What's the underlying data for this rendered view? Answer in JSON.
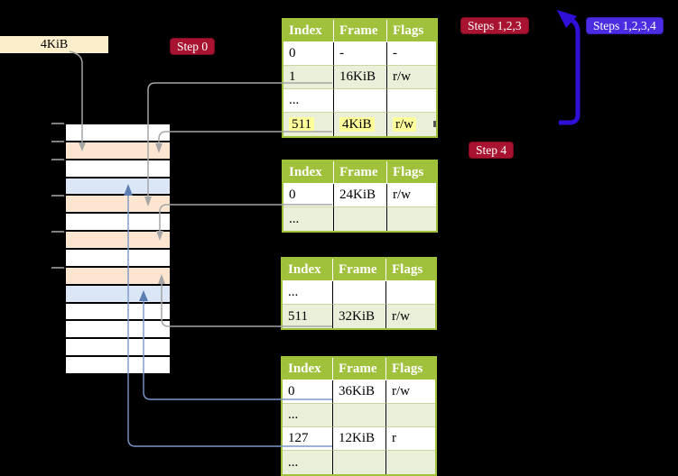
{
  "labels": {
    "page_size": "4KiB",
    "step0": "Step 0",
    "steps123": "Steps 1,2,3",
    "steps1234": "Steps 1,2,3,4",
    "step4": "Step 4"
  },
  "tables": [
    {
      "id": "pt1",
      "columns": [
        "Index",
        "Frame",
        "Flags"
      ],
      "rows": [
        {
          "cells": [
            "0",
            "-",
            "-"
          ],
          "shaded": false,
          "highlight": false
        },
        {
          "cells": [
            "1",
            "16KiB",
            "r/w"
          ],
          "shaded": true,
          "highlight": false
        },
        {
          "cells": [
            "...",
            "",
            ""
          ],
          "shaded": false,
          "highlight": false
        },
        {
          "cells": [
            "511",
            "4KiB",
            "r/w"
          ],
          "shaded": true,
          "highlight": true
        }
      ]
    },
    {
      "id": "pt2",
      "columns": [
        "Index",
        "Frame",
        "Flags"
      ],
      "rows": [
        {
          "cells": [
            "0",
            "24KiB",
            "r/w"
          ],
          "shaded": false,
          "highlight": false
        },
        {
          "cells": [
            "...",
            "",
            ""
          ],
          "shaded": true,
          "highlight": false
        }
      ]
    },
    {
      "id": "pt3",
      "columns": [
        "Index",
        "Frame",
        "Flags"
      ],
      "rows": [
        {
          "cells": [
            "...",
            "",
            ""
          ],
          "shaded": false,
          "highlight": false
        },
        {
          "cells": [
            "511",
            "32KiB",
            "r/w"
          ],
          "shaded": true,
          "highlight": false
        }
      ]
    },
    {
      "id": "pt4",
      "columns": [
        "Index",
        "Frame",
        "Flags"
      ],
      "rows": [
        {
          "cells": [
            "0",
            "36KiB",
            "r/w"
          ],
          "shaded": false,
          "highlight": false
        },
        {
          "cells": [
            "...",
            "",
            ""
          ],
          "shaded": true,
          "highlight": false
        },
        {
          "cells": [
            "127",
            "12KiB",
            "r"
          ],
          "shaded": false,
          "highlight": false
        },
        {
          "cells": [
            "...",
            "",
            ""
          ],
          "shaded": true,
          "highlight": false
        }
      ]
    }
  ],
  "memory_strip": {
    "rows": [
      "white",
      "peach",
      "white",
      "blue",
      "peach",
      "white",
      "peach",
      "white",
      "peach",
      "blue",
      "white",
      "white",
      "white",
      "white"
    ],
    "tick_offsets": [
      0,
      20,
      40,
      80,
      120,
      160
    ]
  },
  "colors": {
    "badge_red": "#a71330",
    "badge_blue": "#4b2ce2",
    "loop_arrow_blue": "#2f10d8",
    "table_header_green": "#a0c13c",
    "table_row_green": "#e9efd8",
    "frame_peach": "#fce5d1",
    "frame_blue": "#dbe7f7",
    "page_size_box_cream": "#fdeecb",
    "highlight_yellow": "#ffff9c",
    "connector_gray": "#a6a6a6",
    "connector_blue": "#7b97c9"
  }
}
